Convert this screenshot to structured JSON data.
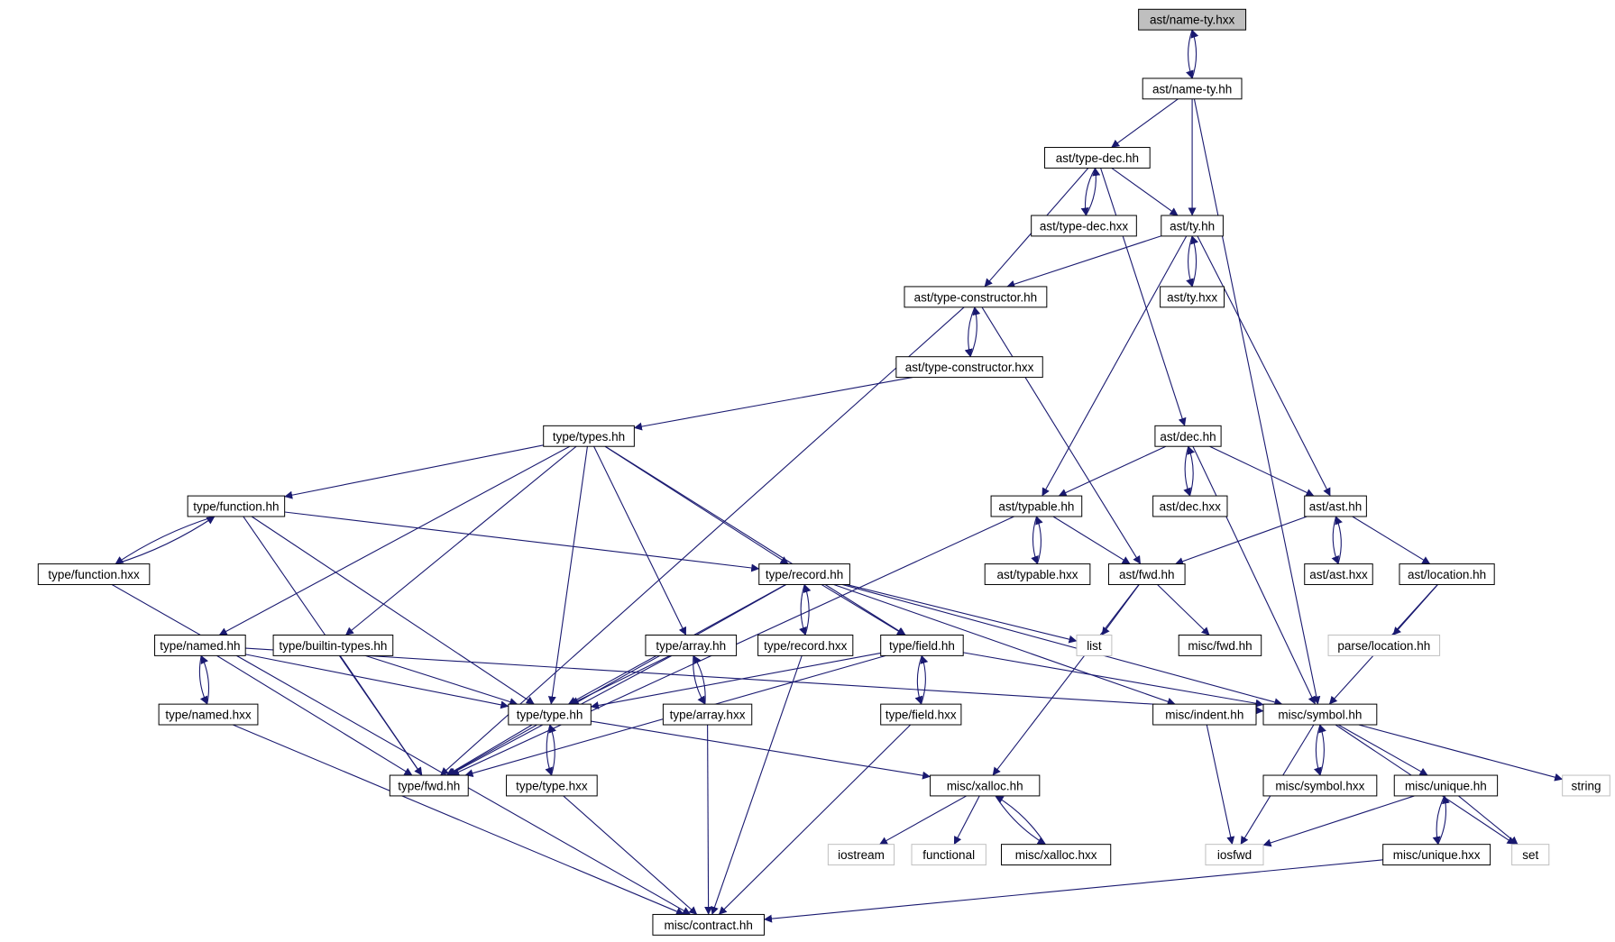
{
  "colors": {
    "edge": "#191970",
    "node_border": "#000000",
    "system_border": "#bfbfbf",
    "system_text": "#4d4d4d",
    "root_fill": "#bfbfbf",
    "node_fill": "#ffffff"
  },
  "diagram": {
    "nodes": [
      {
        "id": "ast_name_ty_hxx",
        "label": "ast/name-ty.hxx",
        "kind": "root"
      },
      {
        "id": "ast_name_ty_hh",
        "label": "ast/name-ty.hh",
        "kind": "file"
      },
      {
        "id": "ast_type_dec_hh",
        "label": "ast/type-dec.hh",
        "kind": "file"
      },
      {
        "id": "ast_type_dec_hxx",
        "label": "ast/type-dec.hxx",
        "kind": "file"
      },
      {
        "id": "ast_ty_hh",
        "label": "ast/ty.hh",
        "kind": "file"
      },
      {
        "id": "ast_ty_hxx",
        "label": "ast/ty.hxx",
        "kind": "file"
      },
      {
        "id": "ast_type_constructor_hh",
        "label": "ast/type-constructor.hh",
        "kind": "file"
      },
      {
        "id": "ast_type_constructor_hxx",
        "label": "ast/type-constructor.hxx",
        "kind": "file"
      },
      {
        "id": "type_types_hh",
        "label": "type/types.hh",
        "kind": "file"
      },
      {
        "id": "ast_dec_hh",
        "label": "ast/dec.hh",
        "kind": "file"
      },
      {
        "id": "ast_dec_hxx",
        "label": "ast/dec.hxx",
        "kind": "file"
      },
      {
        "id": "ast_typable_hh",
        "label": "ast/typable.hh",
        "kind": "file"
      },
      {
        "id": "ast_typable_hxx",
        "label": "ast/typable.hxx",
        "kind": "file"
      },
      {
        "id": "ast_ast_hh",
        "label": "ast/ast.hh",
        "kind": "file"
      },
      {
        "id": "ast_ast_hxx",
        "label": "ast/ast.hxx",
        "kind": "file"
      },
      {
        "id": "ast_location_hh",
        "label": "ast/location.hh",
        "kind": "file"
      },
      {
        "id": "parse_location_hh",
        "label": "parse/location.hh",
        "kind": "system"
      },
      {
        "id": "ast_fwd_hh",
        "label": "ast/fwd.hh",
        "kind": "file"
      },
      {
        "id": "list",
        "label": "list",
        "kind": "system"
      },
      {
        "id": "misc_fwd_hh",
        "label": "misc/fwd.hh",
        "kind": "file"
      },
      {
        "id": "type_function_hh",
        "label": "type/function.hh",
        "kind": "file"
      },
      {
        "id": "type_function_hxx",
        "label": "type/function.hxx",
        "kind": "file"
      },
      {
        "id": "type_record_hh",
        "label": "type/record.hh",
        "kind": "file"
      },
      {
        "id": "type_record_hxx",
        "label": "type/record.hxx",
        "kind": "file"
      },
      {
        "id": "type_named_hh",
        "label": "type/named.hh",
        "kind": "file"
      },
      {
        "id": "type_named_hxx",
        "label": "type/named.hxx",
        "kind": "file"
      },
      {
        "id": "type_builtin_types_hh",
        "label": "type/builtin-types.hh",
        "kind": "file"
      },
      {
        "id": "type_array_hh",
        "label": "type/array.hh",
        "kind": "file"
      },
      {
        "id": "type_array_hxx",
        "label": "type/array.hxx",
        "kind": "file"
      },
      {
        "id": "type_field_hh",
        "label": "type/field.hh",
        "kind": "file"
      },
      {
        "id": "type_field_hxx",
        "label": "type/field.hxx",
        "kind": "file"
      },
      {
        "id": "type_type_hh",
        "label": "type/type.hh",
        "kind": "file"
      },
      {
        "id": "type_type_hxx",
        "label": "type/type.hxx",
        "kind": "file"
      },
      {
        "id": "type_fwd_hh",
        "label": "type/fwd.hh",
        "kind": "file"
      },
      {
        "id": "misc_indent_hh",
        "label": "misc/indent.hh",
        "kind": "file"
      },
      {
        "id": "misc_symbol_hh",
        "label": "misc/symbol.hh",
        "kind": "file"
      },
      {
        "id": "misc_symbol_hxx",
        "label": "misc/symbol.hxx",
        "kind": "file"
      },
      {
        "id": "misc_unique_hh",
        "label": "misc/unique.hh",
        "kind": "file"
      },
      {
        "id": "misc_unique_hxx",
        "label": "misc/unique.hxx",
        "kind": "file"
      },
      {
        "id": "string",
        "label": "string",
        "kind": "system"
      },
      {
        "id": "set",
        "label": "set",
        "kind": "system"
      },
      {
        "id": "iosfwd",
        "label": "iosfwd",
        "kind": "system"
      },
      {
        "id": "misc_xalloc_hh",
        "label": "misc/xalloc.hh",
        "kind": "file"
      },
      {
        "id": "misc_xalloc_hxx",
        "label": "misc/xalloc.hxx",
        "kind": "file"
      },
      {
        "id": "iostream",
        "label": "iostream",
        "kind": "system"
      },
      {
        "id": "functional",
        "label": "functional",
        "kind": "system"
      },
      {
        "id": "misc_contract_hh",
        "label": "misc/contract.hh",
        "kind": "file"
      }
    ],
    "edges": [
      [
        "ast_name_ty_hxx",
        "ast_name_ty_hh"
      ],
      [
        "ast_name_ty_hh",
        "ast_name_ty_hxx"
      ],
      [
        "ast_name_ty_hh",
        "ast_type_dec_hh"
      ],
      [
        "ast_name_ty_hh",
        "ast_ty_hh"
      ],
      [
        "ast_name_ty_hh",
        "misc_symbol_hh"
      ],
      [
        "ast_type_dec_hh",
        "ast_type_dec_hxx"
      ],
      [
        "ast_type_dec_hxx",
        "ast_type_dec_hh"
      ],
      [
        "ast_type_dec_hh",
        "ast_ty_hh"
      ],
      [
        "ast_type_dec_hh",
        "ast_type_constructor_hh"
      ],
      [
        "ast_type_dec_hh",
        "ast_dec_hh"
      ],
      [
        "ast_ty_hh",
        "ast_ty_hxx"
      ],
      [
        "ast_ty_hxx",
        "ast_ty_hh"
      ],
      [
        "ast_ty_hh",
        "ast_type_constructor_hh"
      ],
      [
        "ast_ty_hh",
        "ast_typable_hh"
      ],
      [
        "ast_ty_hh",
        "ast_ast_hh"
      ],
      [
        "ast_type_constructor_hh",
        "ast_type_constructor_hxx"
      ],
      [
        "ast_type_constructor_hxx",
        "ast_type_constructor_hh"
      ],
      [
        "ast_type_constructor_hh",
        "type_fwd_hh"
      ],
      [
        "ast_type_constructor_hh",
        "ast_fwd_hh"
      ],
      [
        "ast_type_constructor_hxx",
        "type_types_hh"
      ],
      [
        "type_types_hh",
        "type_function_hh"
      ],
      [
        "type_types_hh",
        "type_record_hh"
      ],
      [
        "type_types_hh",
        "type_named_hh"
      ],
      [
        "type_types_hh",
        "type_builtin_types_hh"
      ],
      [
        "type_types_hh",
        "type_array_hh"
      ],
      [
        "type_types_hh",
        "type_field_hh"
      ],
      [
        "type_types_hh",
        "type_type_hh"
      ],
      [
        "ast_dec_hh",
        "ast_dec_hxx"
      ],
      [
        "ast_dec_hxx",
        "ast_dec_hh"
      ],
      [
        "ast_dec_hh",
        "ast_typable_hh"
      ],
      [
        "ast_dec_hh",
        "ast_ast_hh"
      ],
      [
        "ast_dec_hh",
        "misc_symbol_hh"
      ],
      [
        "ast_typable_hh",
        "ast_typable_hxx"
      ],
      [
        "ast_typable_hxx",
        "ast_typable_hh"
      ],
      [
        "ast_typable_hh",
        "ast_fwd_hh"
      ],
      [
        "ast_typable_hh",
        "type_fwd_hh"
      ],
      [
        "ast_ast_hh",
        "ast_ast_hxx"
      ],
      [
        "ast_ast_hxx",
        "ast_ast_hh"
      ],
      [
        "ast_ast_hh",
        "ast_fwd_hh"
      ],
      [
        "ast_ast_hh",
        "ast_location_hh"
      ],
      [
        "ast_location_hh",
        "parse_location_hh"
      ],
      [
        "ast_location_hh",
        "misc_symbol_hh"
      ],
      [
        "ast_fwd_hh",
        "list"
      ],
      [
        "ast_fwd_hh",
        "misc_fwd_hh"
      ],
      [
        "ast_fwd_hh",
        "misc_xalloc_hh"
      ],
      [
        "type_function_hh",
        "type_function_hxx"
      ],
      [
        "type_function_hxx",
        "type_function_hh"
      ],
      [
        "type_function_hh",
        "type_record_hh"
      ],
      [
        "type_function_hh",
        "type_type_hh"
      ],
      [
        "type_function_hh",
        "type_fwd_hh"
      ],
      [
        "type_function_hxx",
        "misc_contract_hh"
      ],
      [
        "type_record_hh",
        "type_record_hxx"
      ],
      [
        "type_record_hxx",
        "type_record_hh"
      ],
      [
        "type_record_hh",
        "type_field_hh"
      ],
      [
        "type_record_hh",
        "list"
      ],
      [
        "type_record_hh",
        "misc_indent_hh"
      ],
      [
        "type_record_hh",
        "misc_symbol_hh"
      ],
      [
        "type_record_hh",
        "type_type_hh"
      ],
      [
        "type_record_hh",
        "type_fwd_hh"
      ],
      [
        "type_record_hxx",
        "misc_contract_hh"
      ],
      [
        "type_named_hh",
        "type_named_hxx"
      ],
      [
        "type_named_hxx",
        "type_named_hh"
      ],
      [
        "type_named_hh",
        "type_type_hh"
      ],
      [
        "type_named_hh",
        "type_fwd_hh"
      ],
      [
        "type_named_hh",
        "misc_symbol_hh"
      ],
      [
        "type_named_hxx",
        "misc_contract_hh"
      ],
      [
        "type_builtin_types_hh",
        "type_type_hh"
      ],
      [
        "type_builtin_types_hh",
        "type_fwd_hh"
      ],
      [
        "type_array_hh",
        "type_array_hxx"
      ],
      [
        "type_array_hxx",
        "type_array_hh"
      ],
      [
        "type_array_hh",
        "type_type_hh"
      ],
      [
        "type_array_hh",
        "type_fwd_hh"
      ],
      [
        "type_array_hxx",
        "misc_contract_hh"
      ],
      [
        "type_field_hh",
        "type_field_hxx"
      ],
      [
        "type_field_hxx",
        "type_field_hh"
      ],
      [
        "type_field_hh",
        "type_type_hh"
      ],
      [
        "type_field_hh",
        "type_fwd_hh"
      ],
      [
        "type_field_hh",
        "misc_symbol_hh"
      ],
      [
        "type_field_hxx",
        "misc_contract_hh"
      ],
      [
        "type_type_hh",
        "type_type_hxx"
      ],
      [
        "type_type_hxx",
        "type_type_hh"
      ],
      [
        "type_type_hh",
        "type_fwd_hh"
      ],
      [
        "type_type_hh",
        "misc_xalloc_hh"
      ],
      [
        "type_type_hxx",
        "misc_contract_hh"
      ],
      [
        "misc_indent_hh",
        "iosfwd"
      ],
      [
        "misc_symbol_hh",
        "misc_symbol_hxx"
      ],
      [
        "misc_symbol_hxx",
        "misc_symbol_hh"
      ],
      [
        "misc_symbol_hh",
        "misc_unique_hh"
      ],
      [
        "misc_symbol_hh",
        "string"
      ],
      [
        "misc_symbol_hh",
        "set"
      ],
      [
        "misc_symbol_hh",
        "iosfwd"
      ],
      [
        "misc_unique_hh",
        "misc_unique_hxx"
      ],
      [
        "misc_unique_hxx",
        "misc_unique_hh"
      ],
      [
        "misc_unique_hh",
        "set"
      ],
      [
        "misc_unique_hh",
        "iosfwd"
      ],
      [
        "misc_unique_hxx",
        "misc_contract_hh"
      ],
      [
        "misc_xalloc_hh",
        "misc_xalloc_hxx"
      ],
      [
        "misc_xalloc_hxx",
        "misc_xalloc_hh"
      ],
      [
        "misc_xalloc_hh",
        "iostream"
      ],
      [
        "misc_xalloc_hh",
        "functional"
      ]
    ]
  }
}
